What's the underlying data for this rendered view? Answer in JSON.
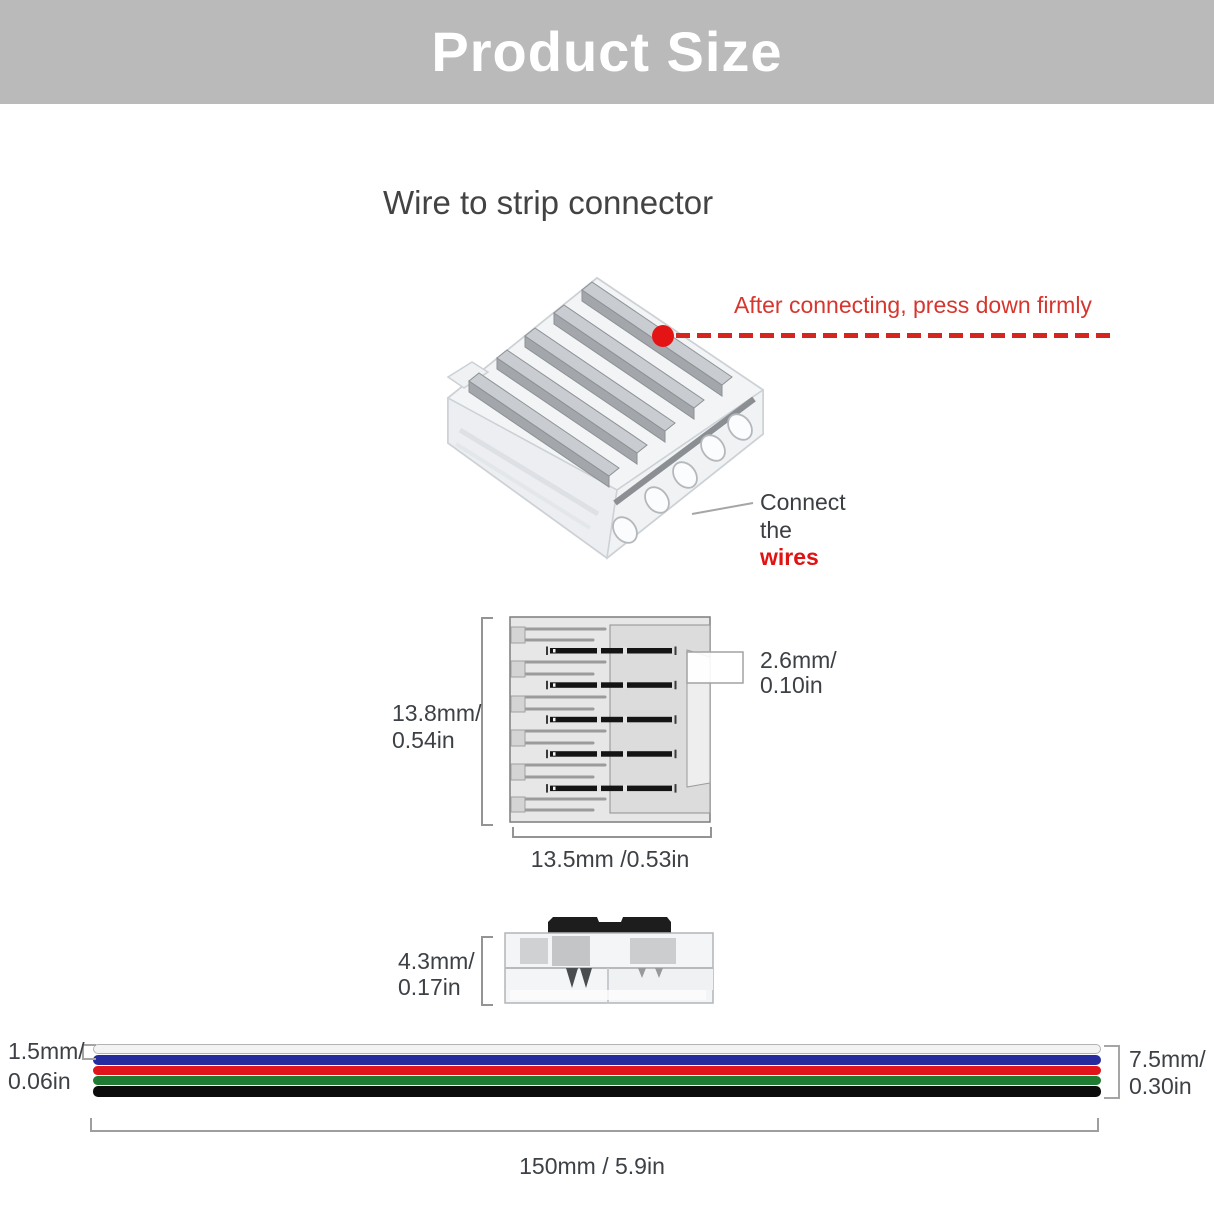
{
  "banner": {
    "title": "Product Size",
    "bg": "#bababa",
    "fg": "#ffffff"
  },
  "heading": {
    "text": "Wire to strip connector"
  },
  "annotations": {
    "press_firmly": "After connecting, press down firmly",
    "connect": {
      "line1": "Connect",
      "line2": "the",
      "line3": "wires"
    }
  },
  "front_view": {
    "height_label": [
      "13.8mm/",
      "0.54in"
    ],
    "pitch_label": [
      "2.6mm/",
      "0.10in"
    ],
    "width_label": "13.5mm /0.53in"
  },
  "side_view": {
    "height_label": [
      "4.3mm/",
      "0.17in"
    ]
  },
  "wire": {
    "single_label": [
      "1.5mm/",
      "0.06in"
    ],
    "bundle_label": [
      "7.5mm/",
      "0.30in"
    ],
    "length_label": "150mm / 5.9in",
    "stripe_order": [
      "white",
      "blue",
      "red",
      "green",
      "black"
    ]
  },
  "colors": {
    "accent_red_text": "#d6362e",
    "accent_red_dash": "#d6251f",
    "dot_red": "#e51414",
    "wires_word_red": "#e01212",
    "text_dark": "#3d4145",
    "banner_gray": "#bababa",
    "wire_white": "#f3f3f3",
    "wire_blue": "#262c9e",
    "wire_red": "#e0141a",
    "wire_green": "#1e7b31",
    "wire_black": "#0c0c0c"
  }
}
